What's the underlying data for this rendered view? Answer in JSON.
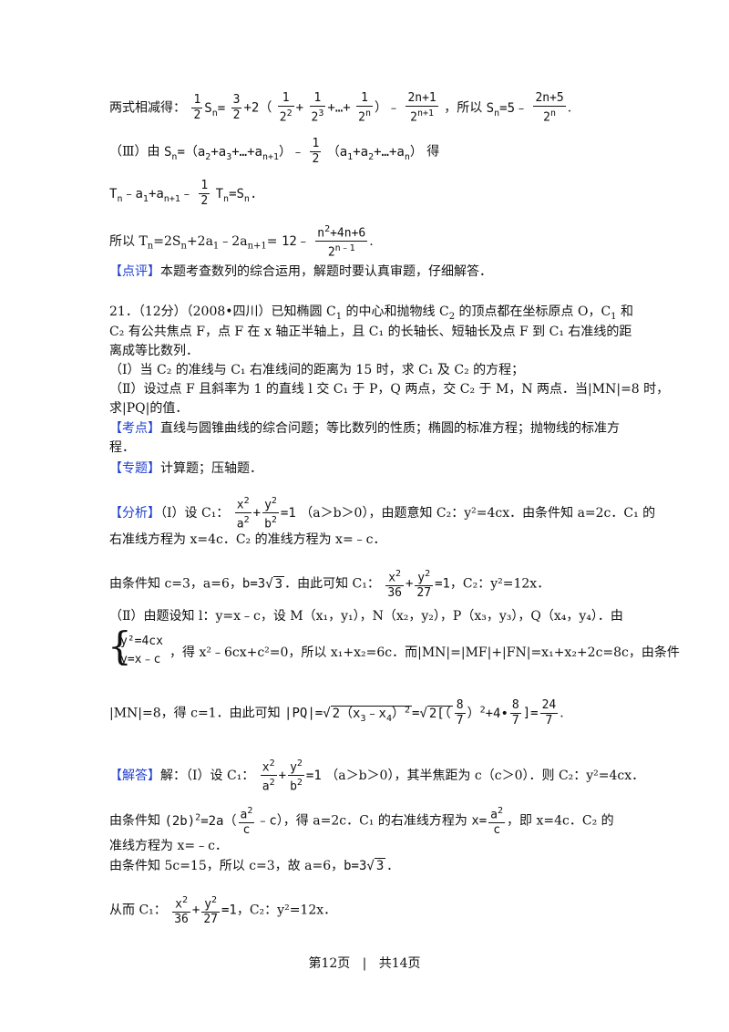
{
  "lines": {
    "l1a": "两式相减得：",
    "l1b": "，所以",
    "l2a": "（Ⅲ）由",
    "l2b": "得",
    "l4": "所以 T",
    "dianping": "【点评】",
    "dianping_text": "本题考查数列的综合运用，解题时要认真审题，仔细解答．",
    "q21_a": "21．（12分）（2008•四川）已知椭圆 C",
    "q21_b": " 的中心和抛物线 C",
    "q21_c": " 的顶点都在坐标原点 O，C",
    "q21_d": " 和",
    "q21_line2": "C₂ 有公共焦点 F，点 F 在 x 轴正半轴上，且 C₁ 的长轴长、短轴长及点 F 到 C₁ 右准线的距",
    "q21_line3": "离成等比数列．",
    "q21_p1": "（Ⅰ）当 C₂ 的准线与 C₁ 右准线间的距离为 15 时，求 C₁ 及 C₂ 的方程；",
    "q21_p2": "（Ⅱ）设过点 F 且斜率为 1 的直线 l 交 C₁ 于 P，Q 两点，交 C₂ 于 M，N 两点．当|MN|=8 时，",
    "q21_p3": "求|PQ|的值．",
    "kaodian": "【考点】",
    "kaodian_text": "直线与圆锥曲线的综合问题；等比数列的性质；椭圆的标准方程；抛物线的标准方",
    "kaodian_text2": "程．",
    "zhuanti": "【专题】",
    "zhuanti_text": "计算题；压轴题．",
    "fenxi": "【分析】",
    "fenxi_1a": "（Ⅰ）设 C₁：",
    "fenxi_1b": "（a＞b＞0），由题意知 C₂：y²=4cx．由条件知 a=2c．C₁ 的",
    "fenxi_2": "右准线方程为 x=4c．C₂ 的准线方程为 x=﹣c．",
    "fenxi_3a": "由条件知 c=3，a=6，",
    "fenxi_3b": "．由此可知 C₁：",
    "fenxi_3c": "，C₂：y²=12x．",
    "fenxi_4": "（Ⅱ）由题设知 l：y=x﹣c，设 M（x₁，y₁），N（x₂，y₂），P（x₃，y₃），Q（x₄，y₄）．由",
    "sys1": "y²=4cx",
    "sys2": "y=x﹣c",
    "fenxi_5": "，得 x²﹣6cx+c²=0，所以 x₁+x₂=6c．而|MN|=|MF|+|FN|=x₁+x₂+2c=8c，由条件",
    "fenxi_6a": "|MN|=8，得 c=1．由此可知",
    "jieda": "【解答】",
    "jieda_1a": "解：（Ⅰ）设 C₁：",
    "jieda_1b": "（a＞b＞0），其半焦距为 c（c＞0）．则 C₂：y²=4cx．",
    "jieda_2a": "由条件知",
    "jieda_2b": "，得 a=2c．C₁ 的右准线方程为",
    "jieda_2c": "，即 x=4c．C₂ 的",
    "jieda_3": "准线方程为 x=﹣c．",
    "jieda_4a": "由条件知 5c=15，所以 c=3，故 a=6，",
    "jieda_5a": "从而 C₁：",
    "jieda_5b": "，C₂：y²=12x．"
  },
  "footer": {
    "page": "第12页",
    "sep": "|",
    "total": "共14页"
  }
}
